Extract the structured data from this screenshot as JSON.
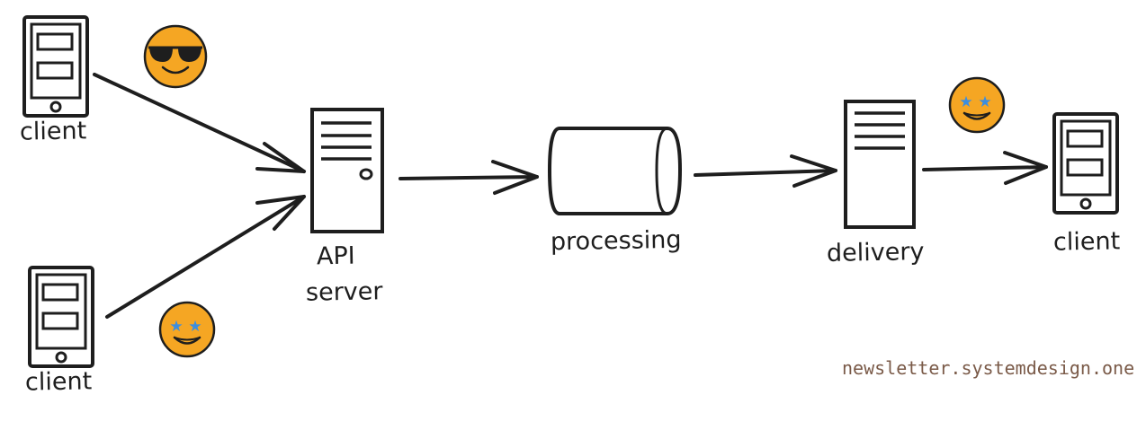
{
  "labels": {
    "client_top": "client",
    "client_bottom": "client",
    "api_server_line1": "API",
    "api_server_line2": "server",
    "processing": "processing",
    "delivery": "delivery",
    "client_right": "client"
  },
  "credit": "newsletter.systemdesign.one",
  "colors": {
    "stroke": "#1e1e1e",
    "emoji_fill": "#f5a623",
    "star": "#3b8ee0",
    "credit_text": "#7a5a48"
  },
  "icons": [
    "phone-icon",
    "server-icon",
    "queue-cylinder-icon",
    "sunglasses-emoji-icon",
    "star-eyes-emoji-icon",
    "arrow-icon"
  ]
}
